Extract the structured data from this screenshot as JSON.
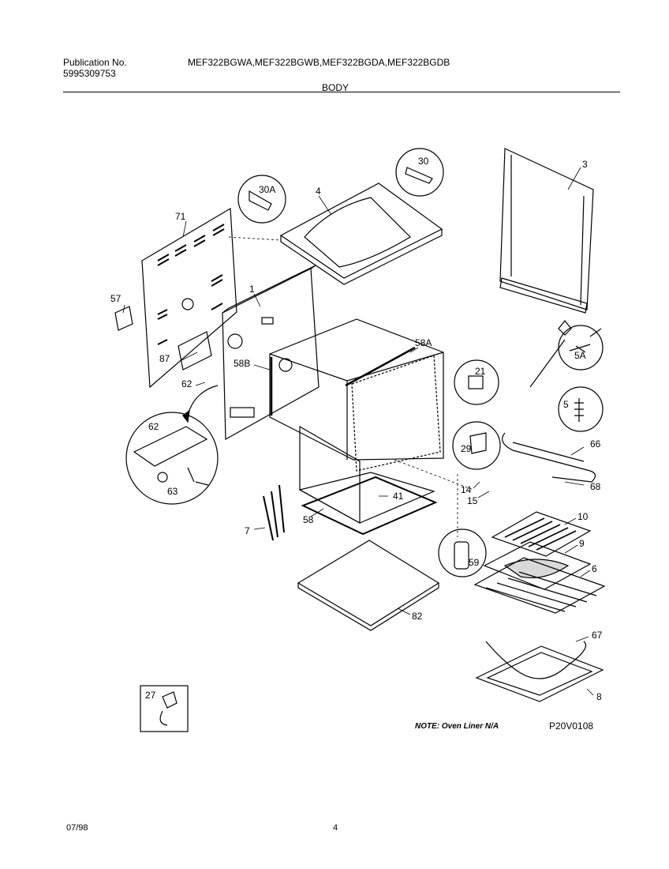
{
  "header": {
    "publication_label": "Publication No.",
    "publication_number": "5995309753",
    "models": "MEF322BGWA,MEF322BGWB,MEF322BGDA,MEF322BGDB",
    "section_title": "BODY"
  },
  "callouts": [
    "1",
    "3",
    "4",
    "5",
    "5A",
    "6",
    "7",
    "8",
    "9",
    "10",
    "14",
    "15",
    "21",
    "27",
    "29",
    "30",
    "30A",
    "41",
    "57",
    "58",
    "58A",
    "58B",
    "59",
    "62",
    "63",
    "66",
    "67",
    "68",
    "71",
    "82",
    "87"
  ],
  "note": "NOTE: Oven Liner N/A",
  "diagram_code": "P20V0108",
  "footer": {
    "date": "07/98",
    "page_number": "4"
  }
}
